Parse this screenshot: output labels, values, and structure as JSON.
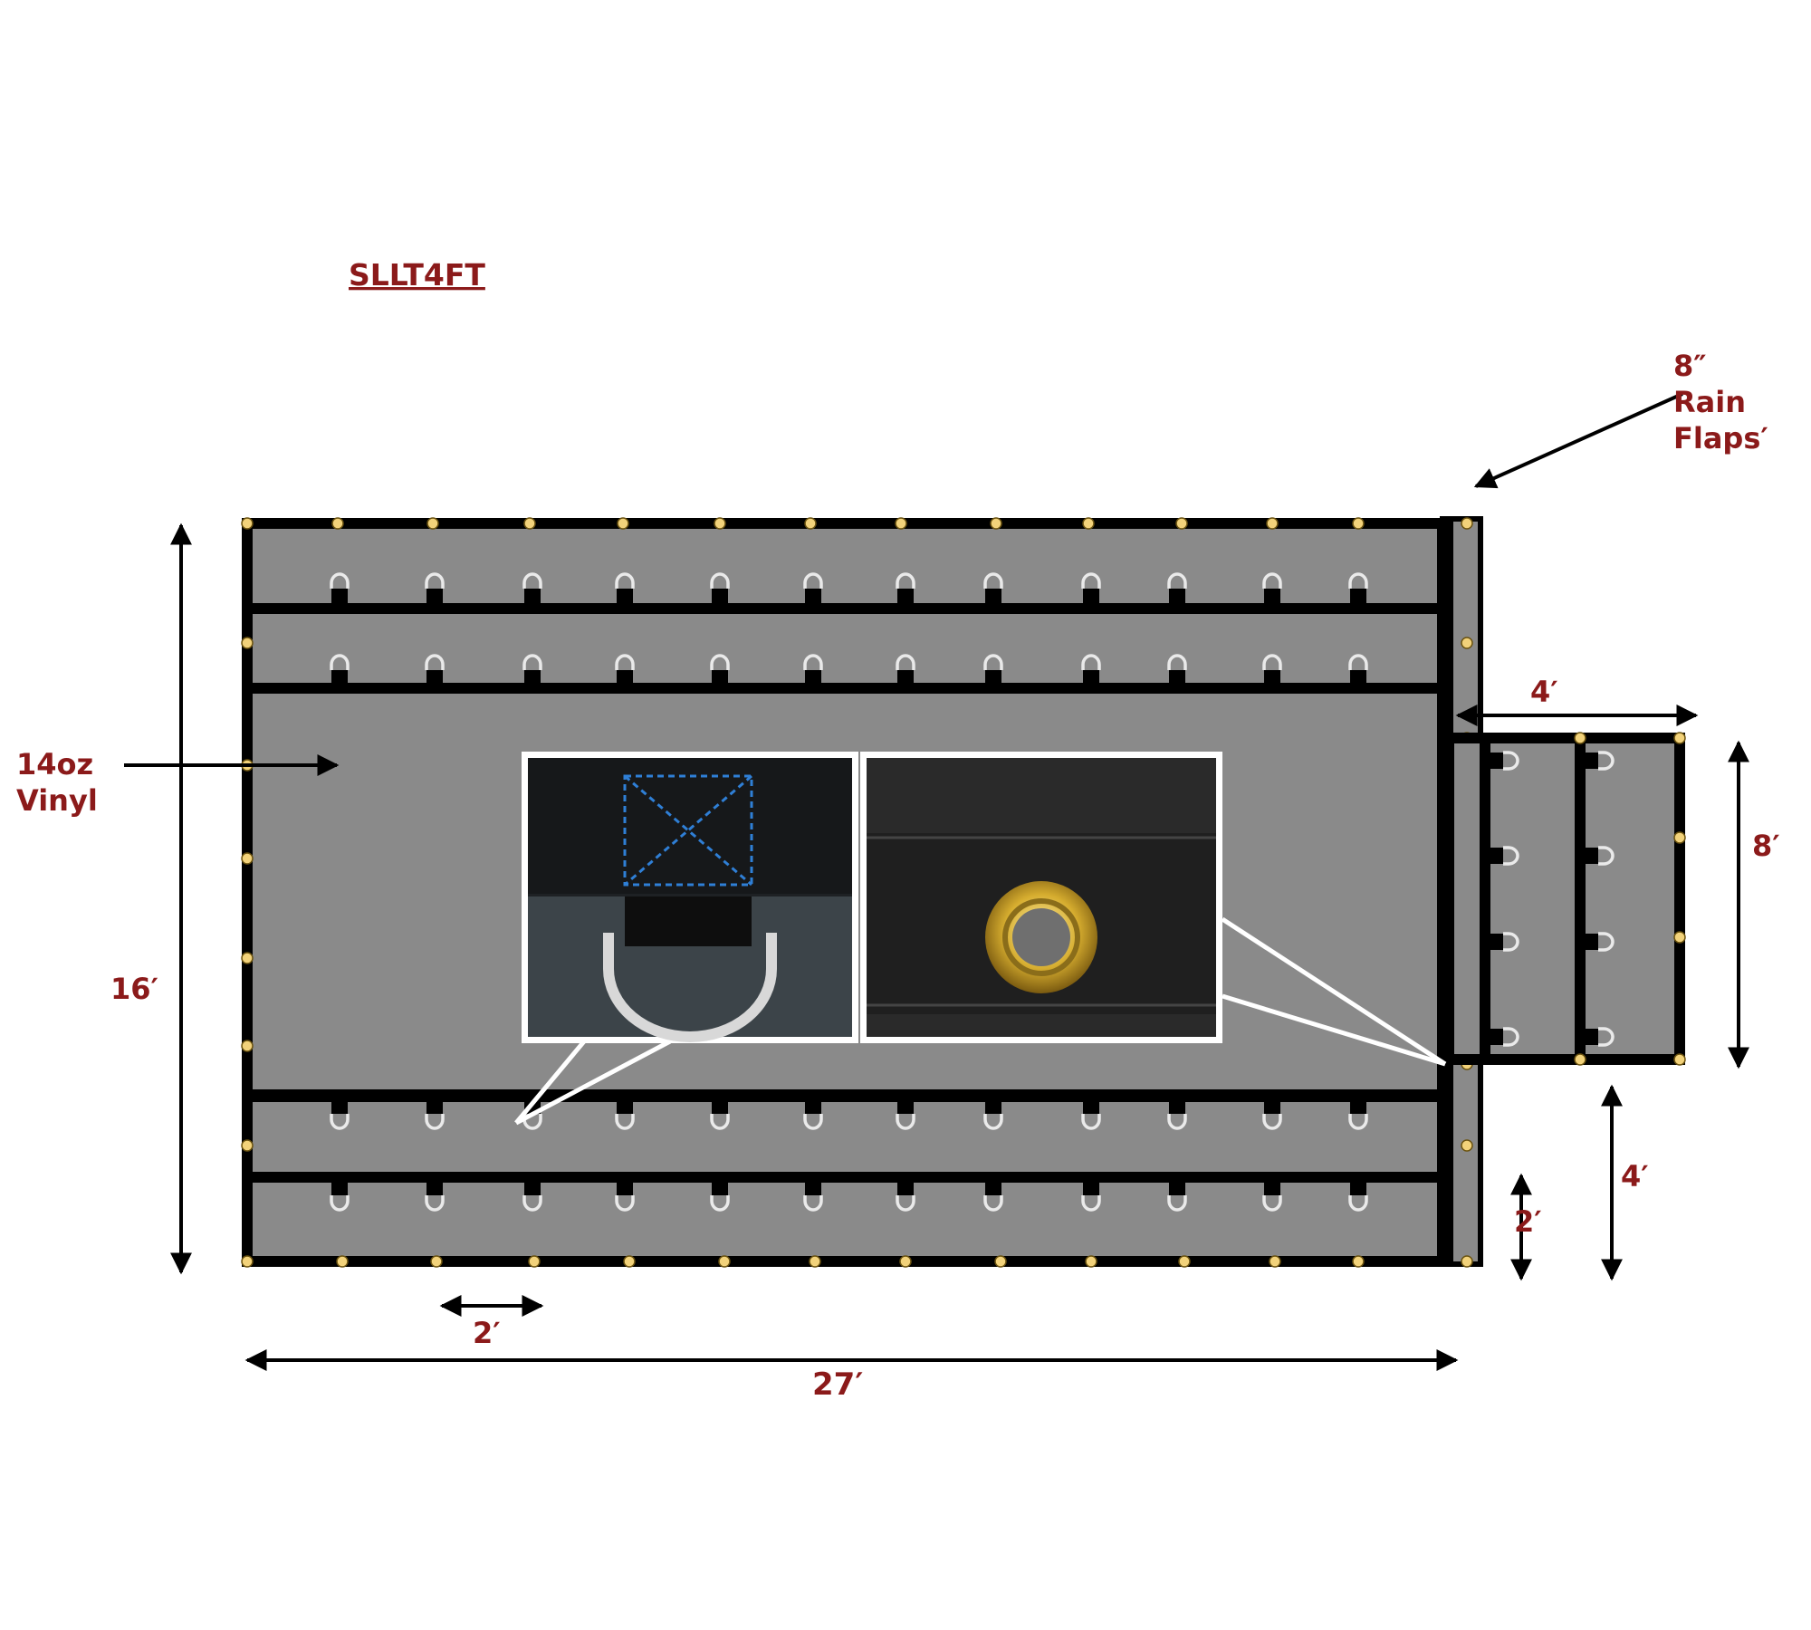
{
  "title": "SLLT4FT",
  "labels": {
    "rain_flaps_line1": "8″",
    "rain_flaps_line2": "Rain",
    "rain_flaps_line3": "Flaps′",
    "material_line1": "14oz",
    "material_line2": "Vinyl",
    "height_total": "16′",
    "width_total": "27′",
    "drring_spacing": "2′",
    "flap_width": "4′",
    "flap_height": "8′",
    "flap_offset": "4′",
    "bottom_offset": "2′"
  },
  "colors": {
    "label": "#8b1a1a",
    "tarp": "#8a8a8a",
    "webbing": "#000000",
    "grommet": "#f2d27a"
  },
  "icons": {
    "d_ring": "d-ring-icon",
    "grommet": "grommet-icon"
  }
}
